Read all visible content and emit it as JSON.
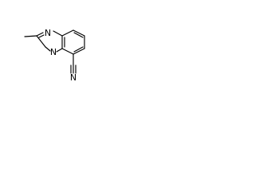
{
  "structure": {
    "atoms": {
      "n1": "N",
      "n4": "N",
      "n_nitrile": "N"
    }
  }
}
